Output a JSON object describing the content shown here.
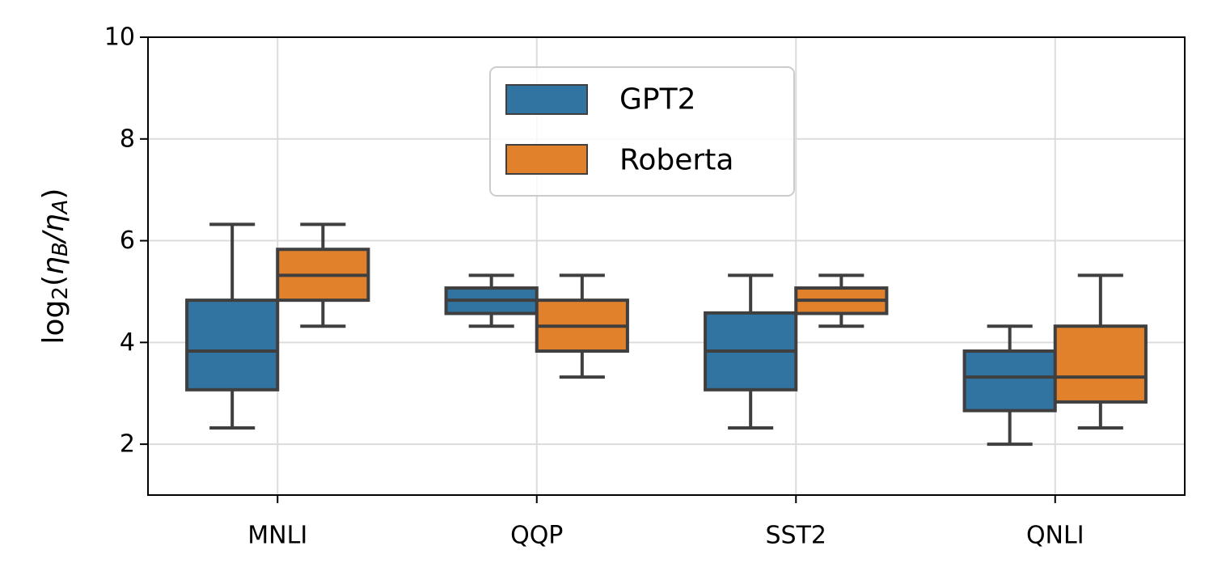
{
  "chart_data": {
    "type": "box",
    "categories": [
      "MNLI",
      "QQP",
      "SST2",
      "QNLI"
    ],
    "ylabel": "log₂(η_B/η_A)",
    "ylim": [
      1,
      10
    ],
    "yticks": [
      "2",
      "4",
      "6",
      "8",
      "10"
    ],
    "grid": true,
    "legend_position": "upper-center",
    "series": [
      {
        "name": "GPT2",
        "color": "#3274a1",
        "boxes": [
          {
            "whisker_low": 2.32,
            "q1": 3.07,
            "median": 3.83,
            "q3": 4.83,
            "whisker_high": 6.32
          },
          {
            "whisker_low": 4.32,
            "q1": 4.57,
            "median": 4.83,
            "q3": 5.07,
            "whisker_high": 5.32
          },
          {
            "whisker_low": 2.32,
            "q1": 3.07,
            "median": 3.83,
            "q3": 4.58,
            "whisker_high": 5.32
          },
          {
            "whisker_low": 2.0,
            "q1": 2.66,
            "median": 3.32,
            "q3": 3.83,
            "whisker_high": 4.32
          }
        ]
      },
      {
        "name": "Roberta",
        "color": "#e1812c",
        "boxes": [
          {
            "whisker_low": 4.32,
            "q1": 4.83,
            "median": 5.32,
            "q3": 5.83,
            "whisker_high": 6.32
          },
          {
            "whisker_low": 3.32,
            "q1": 3.83,
            "median": 4.32,
            "q3": 4.83,
            "whisker_high": 5.32
          },
          {
            "whisker_low": 4.32,
            "q1": 4.57,
            "median": 4.83,
            "q3": 5.07,
            "whisker_high": 5.32
          },
          {
            "whisker_low": 2.32,
            "q1": 2.83,
            "median": 3.32,
            "q3": 4.32,
            "whisker_high": 5.32
          }
        ]
      }
    ]
  }
}
